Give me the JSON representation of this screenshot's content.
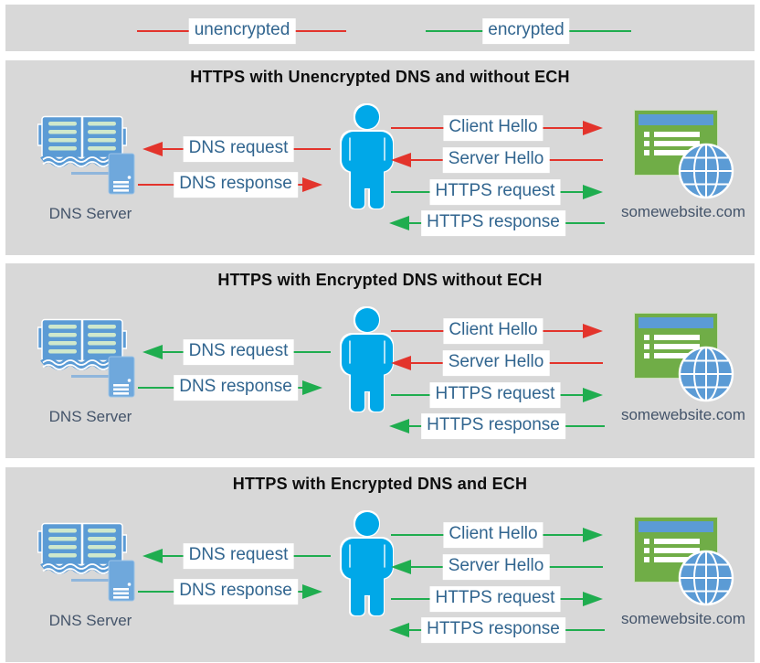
{
  "colors": {
    "red": "#E3342C",
    "green": "#1FAD4F",
    "label_text": "#31658F",
    "caption_text": "#44546A",
    "panel_background": "#D8D8D8",
    "person_blue": "#00A8E8",
    "book_blue": "#5B9BD5",
    "server_blue": "#6FA8DC",
    "window_green": "#70AD47",
    "globe_blue": "#5B9BD5"
  },
  "icons": {
    "dns_server": "open-book-and-server-tower-icon",
    "user": "person-icon",
    "website": "browser-window-with-globe-icon"
  },
  "legend": {
    "items": [
      {
        "label": "unencrypted",
        "color": "red"
      },
      {
        "label": "encrypted",
        "color": "green"
      }
    ]
  },
  "panels": [
    {
      "title": "HTTPS with Unencrypted DNS and without ECH",
      "dns_server_label": "DNS Server",
      "website_label": "somewebsite.com",
      "arrows": [
        {
          "id": "dns-request",
          "label": "DNS request",
          "color": "red",
          "direction": "left"
        },
        {
          "id": "dns-response",
          "label": "DNS response",
          "color": "red",
          "direction": "right"
        },
        {
          "id": "client-hello",
          "label": "Client Hello",
          "color": "red",
          "direction": "right"
        },
        {
          "id": "server-hello",
          "label": "Server Hello",
          "color": "red",
          "direction": "left"
        },
        {
          "id": "https-request",
          "label": "HTTPS request",
          "color": "green",
          "direction": "right"
        },
        {
          "id": "https-response",
          "label": "HTTPS response",
          "color": "green",
          "direction": "left"
        }
      ]
    },
    {
      "title": "HTTPS with Encrypted DNS without ECH",
      "dns_server_label": "DNS Server",
      "website_label": "somewebsite.com",
      "arrows": [
        {
          "id": "dns-request",
          "label": "DNS request",
          "color": "green",
          "direction": "left"
        },
        {
          "id": "dns-response",
          "label": "DNS response",
          "color": "green",
          "direction": "right"
        },
        {
          "id": "client-hello",
          "label": "Client Hello",
          "color": "red",
          "direction": "right"
        },
        {
          "id": "server-hello",
          "label": "Server Hello",
          "color": "red",
          "direction": "left"
        },
        {
          "id": "https-request",
          "label": "HTTPS request",
          "color": "green",
          "direction": "right"
        },
        {
          "id": "https-response",
          "label": "HTTPS response",
          "color": "green",
          "direction": "left"
        }
      ]
    },
    {
      "title": "HTTPS with Encrypted DNS and ECH",
      "dns_server_label": "DNS Server",
      "website_label": "somewebsite.com",
      "arrows": [
        {
          "id": "dns-request",
          "label": "DNS request",
          "color": "green",
          "direction": "left"
        },
        {
          "id": "dns-response",
          "label": "DNS response",
          "color": "green",
          "direction": "right"
        },
        {
          "id": "client-hello",
          "label": "Client Hello",
          "color": "green",
          "direction": "right"
        },
        {
          "id": "server-hello",
          "label": "Server Hello",
          "color": "green",
          "direction": "left"
        },
        {
          "id": "https-request",
          "label": "HTTPS request",
          "color": "green",
          "direction": "right"
        },
        {
          "id": "https-response",
          "label": "HTTPS response",
          "color": "green",
          "direction": "left"
        }
      ]
    }
  ]
}
